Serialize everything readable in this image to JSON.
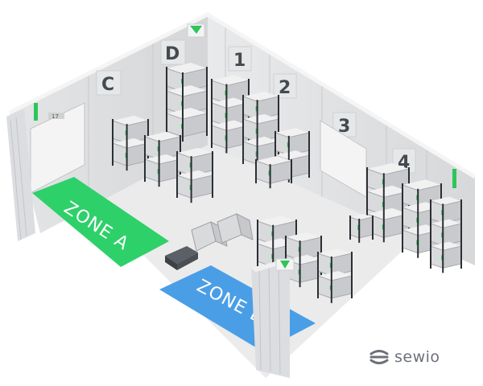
{
  "walls": {
    "labels": [
      "C",
      "D",
      "1",
      "2",
      "3",
      "4"
    ]
  },
  "zones": {
    "a": {
      "label": "ZONE A",
      "color": "#2ed06a"
    },
    "b": {
      "label": "ZONE B",
      "color": "#4a9ee6"
    }
  },
  "door": {
    "number": "17"
  },
  "brand": {
    "name": "sewio"
  },
  "colors": {
    "anchor": "#2ec55a",
    "floor": "#ededee",
    "wall": "#dcdddf",
    "rack_frame": "#2b2f33",
    "cart": "#d9dadc"
  }
}
